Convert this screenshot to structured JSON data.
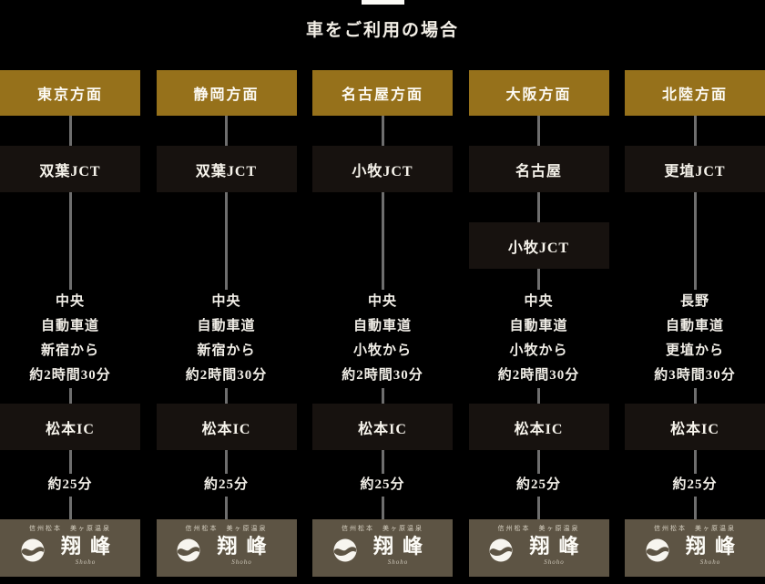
{
  "page": {
    "title": "車をご利用の場合",
    "background_color": "#000000",
    "accent_gold": "#96711b",
    "node_box_color": "#17120f",
    "logo_box_color": "#5d5444",
    "connector_color": "#6e6e6e"
  },
  "columns": [
    {
      "direction": "東京方面",
      "nodes": [
        "双葉JCT"
      ],
      "route": [
        "中央",
        "自動車道",
        "新宿から",
        "約2時間30分"
      ],
      "ic": "松本IC",
      "time": "約25分"
    },
    {
      "direction": "静岡方面",
      "nodes": [
        "双葉JCT"
      ],
      "route": [
        "中央",
        "自動車道",
        "新宿から",
        "約2時間30分"
      ],
      "ic": "松本IC",
      "time": "約25分"
    },
    {
      "direction": "名古屋方面",
      "nodes": [
        "小牧JCT"
      ],
      "route": [
        "中央",
        "自動車道",
        "小牧から",
        "約2時間30分"
      ],
      "ic": "松本IC",
      "time": "約25分"
    },
    {
      "direction": "大阪方面",
      "nodes": [
        "名古屋",
        "小牧JCT"
      ],
      "route": [
        "中央",
        "自動車道",
        "小牧から",
        "約2時間30分"
      ],
      "ic": "松本IC",
      "time": "約25分"
    },
    {
      "direction": "北陸方面",
      "nodes": [
        "更埴JCT"
      ],
      "route": [
        "長野",
        "自動車道",
        "更埴から",
        "約3時間30分"
      ],
      "ic": "松本IC",
      "time": "約25分"
    }
  ],
  "logo": {
    "tagline": "信州松本　美ヶ原温泉",
    "name": "翔峰",
    "romaji": "Shoho"
  }
}
